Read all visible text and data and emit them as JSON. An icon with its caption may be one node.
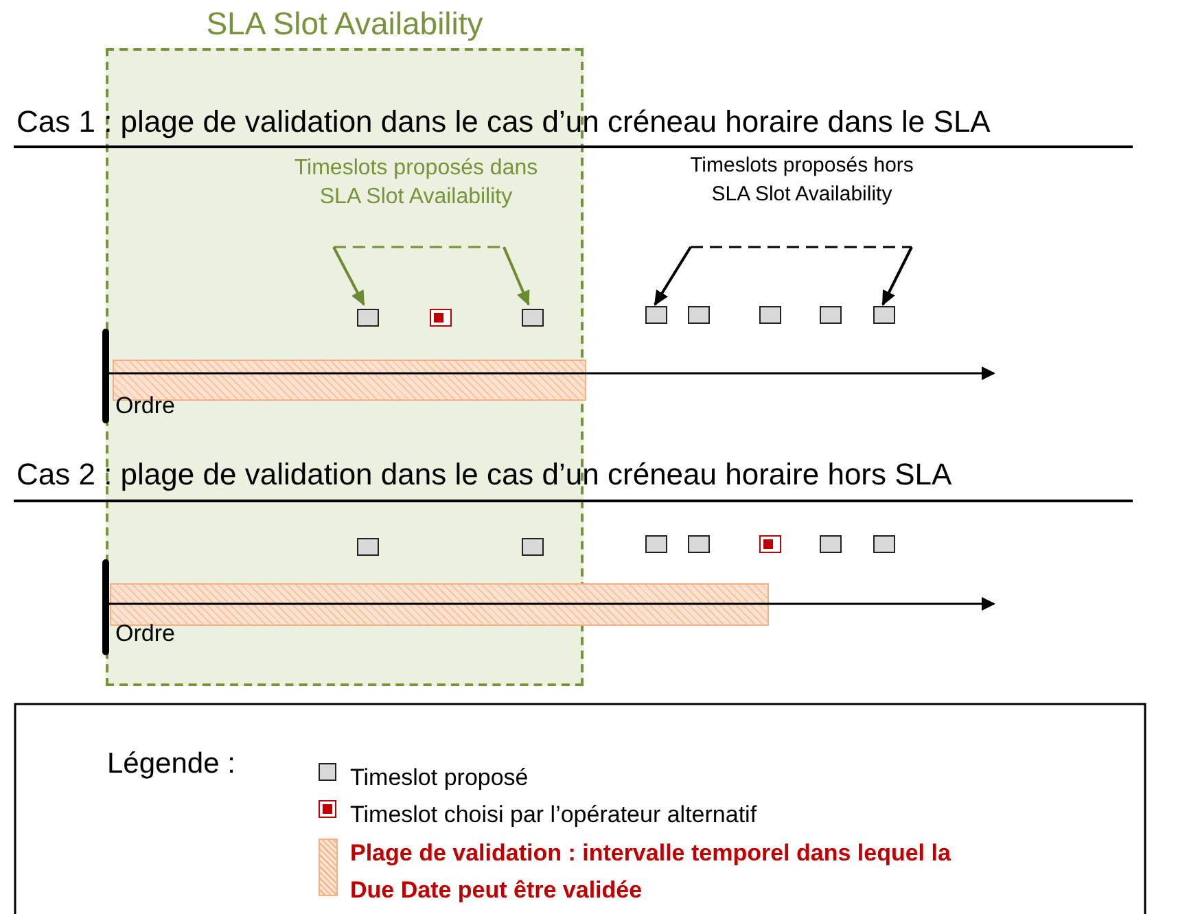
{
  "diagram": {
    "nodes": [
      {
        "text": [
          "SLA Slot Availability"
        ]
      },
      {
        "text": [
          "Timeslots proposés dans SLA Slot Availability"
        ],
        "in": 0
      },
      {
        "text": [
          "Timeslots proposés hors SLA Slot Availability"
        ]
      },
      {
        "text": [],
        "shape": "box",
        "in": 0
      },
      {
        "text": [],
        "shape": "box",
        "in": 0
      },
      {
        "text": [],
        "shape": "box",
        "in": 0
      },
      {
        "text": [],
        "shape": "box"
      },
      {
        "text": [],
        "shape": "box"
      },
      {
        "text": [],
        "shape": "box"
      },
      {
        "text": [],
        "shape": "box"
      },
      {
        "text": [],
        "shape": "box"
      },
      {
        "text": [],
        "shape": "box",
        "in": 0
      },
      {
        "text": [],
        "shape": "box",
        "in": 0
      },
      {
        "text": [],
        "shape": "box"
      },
      {
        "text": [],
        "shape": "box"
      },
      {
        "text": [],
        "shape": "box"
      },
      {
        "text": [],
        "shape": "box"
      },
      {
        "text": [],
        "shape": "box"
      },
      {
        "text": [],
        "shape": "bar",
        "in": 0
      },
      {
        "text": [],
        "shape": "bar"
      }
    ],
    "edges": [
      {
        "from": 1,
        "to": 3,
        "arrow": "to",
        "color": "#6b8a35"
      },
      {
        "from": 1,
        "to": 5,
        "arrow": "to",
        "color": "#6b8a35"
      },
      {
        "from": 2,
        "to": 6,
        "arrow": "to",
        "color": "#000000"
      },
      {
        "from": 2,
        "to": 10,
        "arrow": "to",
        "color": "#000000"
      }
    ],
    "labels": [
      "Cas 1 : plage de validation dans le cas d’un créneau horaire dans le SLA",
      "Ordre",
      "Cas 2 : plage de validation dans le cas d’un créneau horaire hors SLA",
      "Ordre",
      "Légende :"
    ],
    "legend": [
      {
        "text": "Timeslot proposé"
      },
      {
        "text": "Timeslot choisi par l’opérateur alternatif"
      },
      {
        "text": "Plage de validation : intervalle temporel dans lequel la Due Date peut être validée"
      }
    ]
  }
}
